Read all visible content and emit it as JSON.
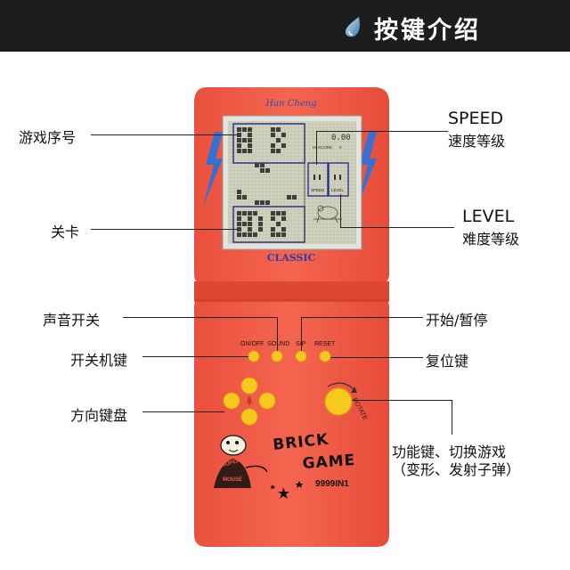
{
  "header": {
    "title": "按键介绍",
    "icon": "water-drop-icon"
  },
  "device": {
    "brand": "Han Cheng",
    "model": "CLASSIC",
    "screen": {
      "score_digits": "0.00",
      "hi_score_label": "HI-SCORE",
      "hi_score_value": "0",
      "speed_label": "SPEED",
      "level_label": "LEVEL"
    },
    "buttons": {
      "onoff": "ON/OFF",
      "sound": "SOUND",
      "sp": "S/P",
      "reset": "RESET",
      "rotate": "ROTATE"
    },
    "logo": {
      "line1": "BRICK",
      "line2": "GAME",
      "model_text": "9999IN1",
      "mascot_line1": "SUPER",
      "mascot_line2": "MOUSE"
    },
    "colors": {
      "body": "#f05b48",
      "body_dark": "#e04836",
      "button": "#f7c91e",
      "lightning": "#3a6fd2",
      "screen": "#c9cbb6"
    }
  },
  "labels": {
    "game_number": "游戏序号",
    "level_stage": "关卡",
    "speed_en": "SPEED",
    "speed_cn": "速度等级",
    "level_en": "LEVEL",
    "level_cn": "难度等级",
    "sound_switch": "声音开关",
    "power_key": "开关机键",
    "dpad": "方向键盘",
    "start_pause": "开始/暂停",
    "reset": "复位键",
    "function_line1": "功能键、切换游戏",
    "function_line2": "（变形、发射子弹）"
  }
}
